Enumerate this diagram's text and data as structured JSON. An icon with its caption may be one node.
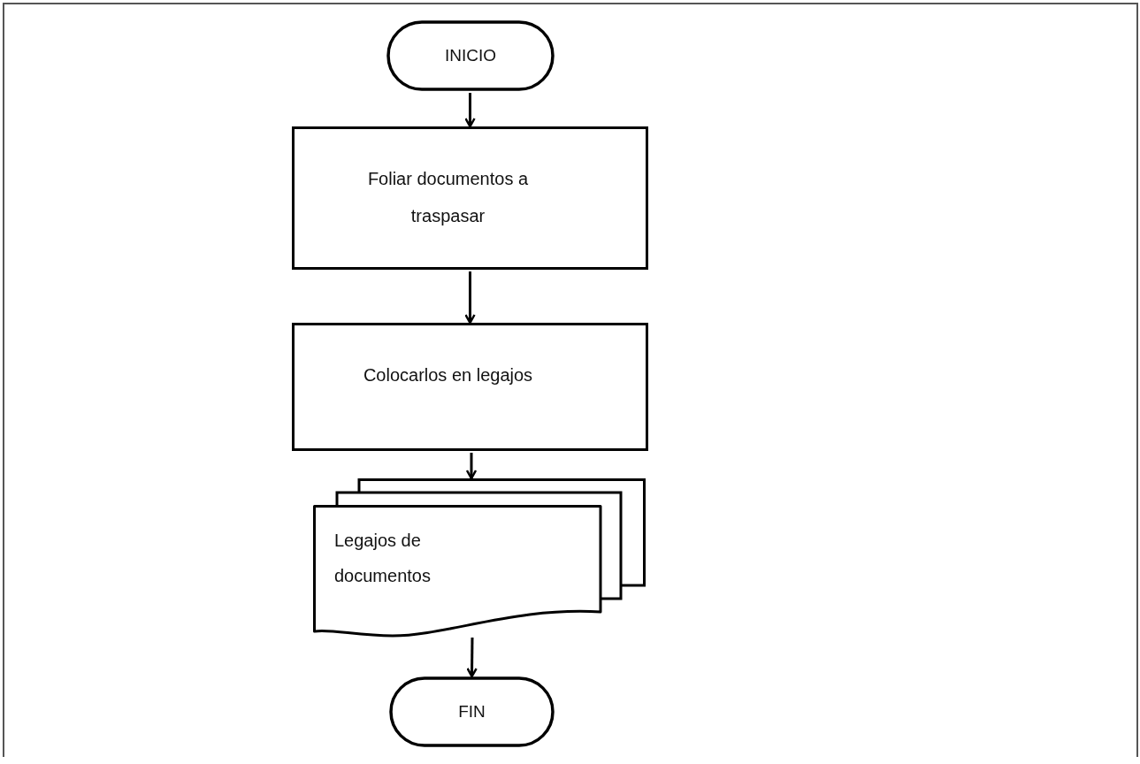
{
  "diagram": {
    "nodes": [
      {
        "text": [
          "INICIO"
        ]
      },
      {
        "text": [
          "Foliar documentos a traspasar"
        ]
      },
      {
        "text": [
          "Colocarlos en legajos"
        ]
      },
      {
        "text": [
          "Legajos de documentos"
        ]
      },
      {
        "text": [
          "FIN"
        ]
      }
    ],
    "edges": [
      {
        "from": 0,
        "to": 1,
        "arrow": "to"
      },
      {
        "from": 1,
        "to": 2,
        "arrow": "to"
      },
      {
        "from": 2,
        "to": 3,
        "arrow": "to"
      },
      {
        "from": 3,
        "to": 4,
        "arrow": "to"
      }
    ]
  }
}
